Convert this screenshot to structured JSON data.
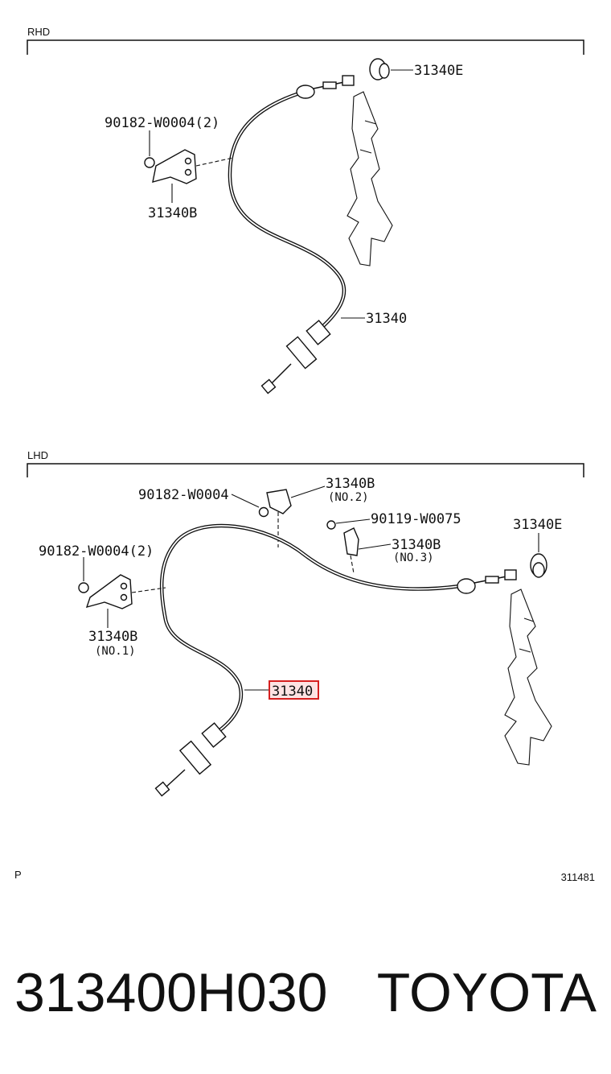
{
  "sections": {
    "rhd": {
      "title": "RHD",
      "labels": {
        "bolt": "90182-W0004(2)",
        "bracket": "31340B",
        "grommet": "31340E",
        "cable": "31340"
      }
    },
    "lhd": {
      "title": "LHD",
      "labels": {
        "bolt_single": "90182-W0004",
        "bracket_no2": "31340B",
        "bracket_no2_note": "(NO.2)",
        "bolt_b": "90119-W0075",
        "bracket_no3": "31340B",
        "bracket_no3_note": "(NO.3)",
        "grommet": "31340E",
        "bolt_pair": "90182-W0004(2)",
        "bracket_no1": "31340B",
        "bracket_no1_note": "(NO.1)",
        "cable_highlighted": "31340"
      }
    }
  },
  "footer": {
    "left_mark": "P",
    "figure_number": "311481",
    "part_number": "313400H030",
    "brand": "TOYOTA"
  },
  "colors": {
    "highlight_border": "#d62020",
    "highlight_fill": "#fde3e3",
    "line": "#111111"
  }
}
